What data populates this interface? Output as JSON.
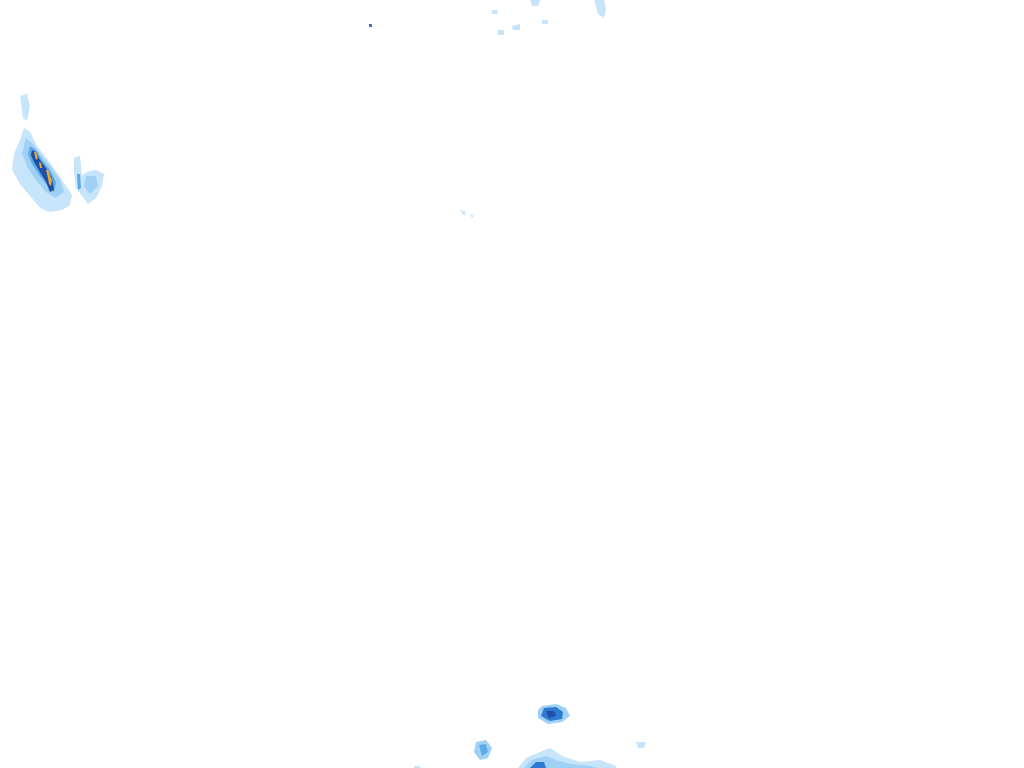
{
  "map": {
    "kind": "precipitation-radar-overlay",
    "background_color": "#ffffff",
    "palette": {
      "very_light": "#c6e4fa",
      "light": "#9fd0f5",
      "medium": "#5fa9e8",
      "strong": "#2f79d0",
      "heavy": "#1f4fa8",
      "intense": "#f0a830"
    },
    "cells": [
      {
        "id": "northwest-band",
        "intensity": "intense"
      },
      {
        "id": "top-center-scatter",
        "intensity": "light"
      },
      {
        "id": "south-cell",
        "intensity": "heavy"
      },
      {
        "id": "south-small-cell",
        "intensity": "medium"
      },
      {
        "id": "bottom-edge-band",
        "intensity": "strong"
      }
    ]
  }
}
